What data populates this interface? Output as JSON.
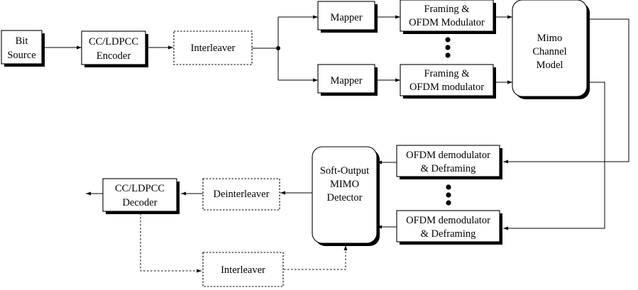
{
  "blocks": {
    "bit_source": [
      "Bit",
      "Source"
    ],
    "encoder": [
      "CC/LDPCC",
      "Encoder"
    ],
    "interleaver_tx": [
      "Interleaver"
    ],
    "mapper_1": [
      "Mapper"
    ],
    "mapper_2": [
      "Mapper"
    ],
    "framing_1": [
      "Framing &",
      "OFDM Modulator"
    ],
    "framing_2": [
      "Framing &",
      "OFDM modulator"
    ],
    "mimo_channel": [
      "Mimo",
      "Channel",
      "Model"
    ],
    "ofdm_demod_1": [
      "OFDM demodulator",
      "& Deframing"
    ],
    "ofdm_demod_2": [
      "OFDM demodulator",
      "& Deframing"
    ],
    "detector": [
      "Soft-Output",
      "MIMO",
      "Detector"
    ],
    "deinterleaver": [
      "Deinterleaver"
    ],
    "decoder": [
      "CC/LDPCC",
      "Decoder"
    ],
    "interleaver_rx": [
      "Interleaver"
    ]
  }
}
